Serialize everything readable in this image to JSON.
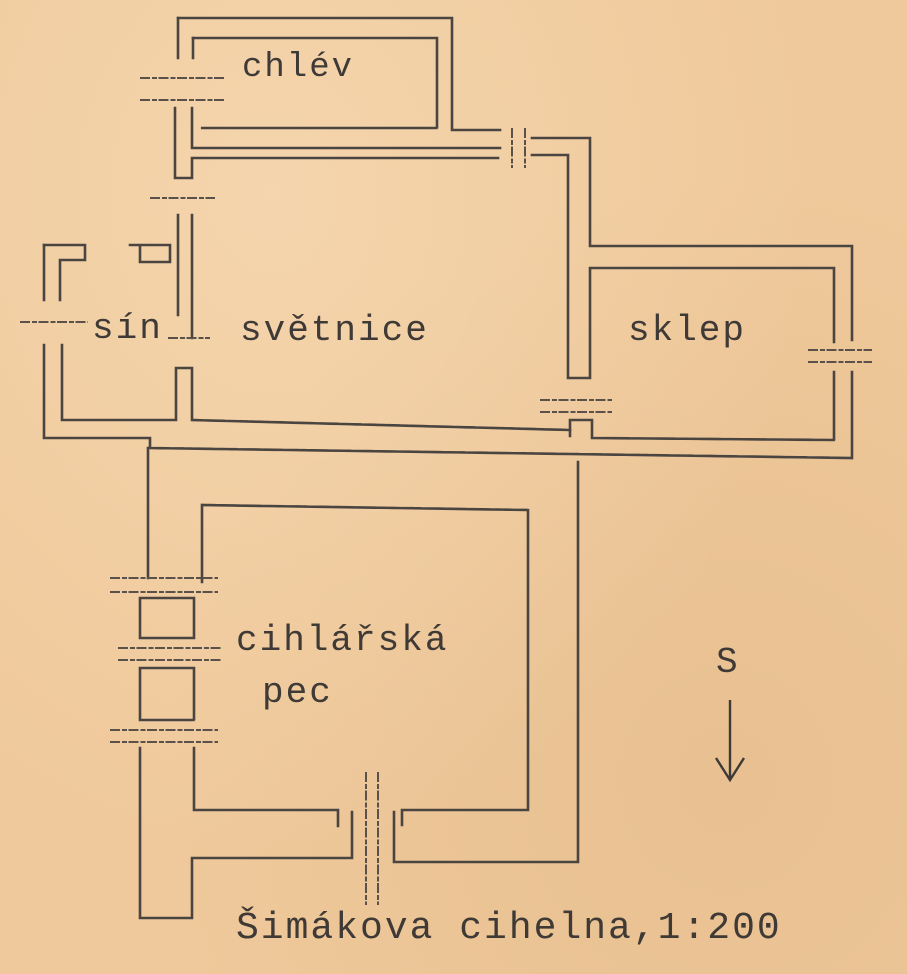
{
  "labels": {
    "chlev": "chlév",
    "sin": "sín",
    "svetnice": "světnice",
    "sklep": "sklep",
    "cihlarska": "cihlářská",
    "pec": "pec",
    "north": "S",
    "caption": "Šimákova cihelna,1:200"
  },
  "colors": {
    "paper": "#efc99b",
    "ink": "#4a4540"
  }
}
